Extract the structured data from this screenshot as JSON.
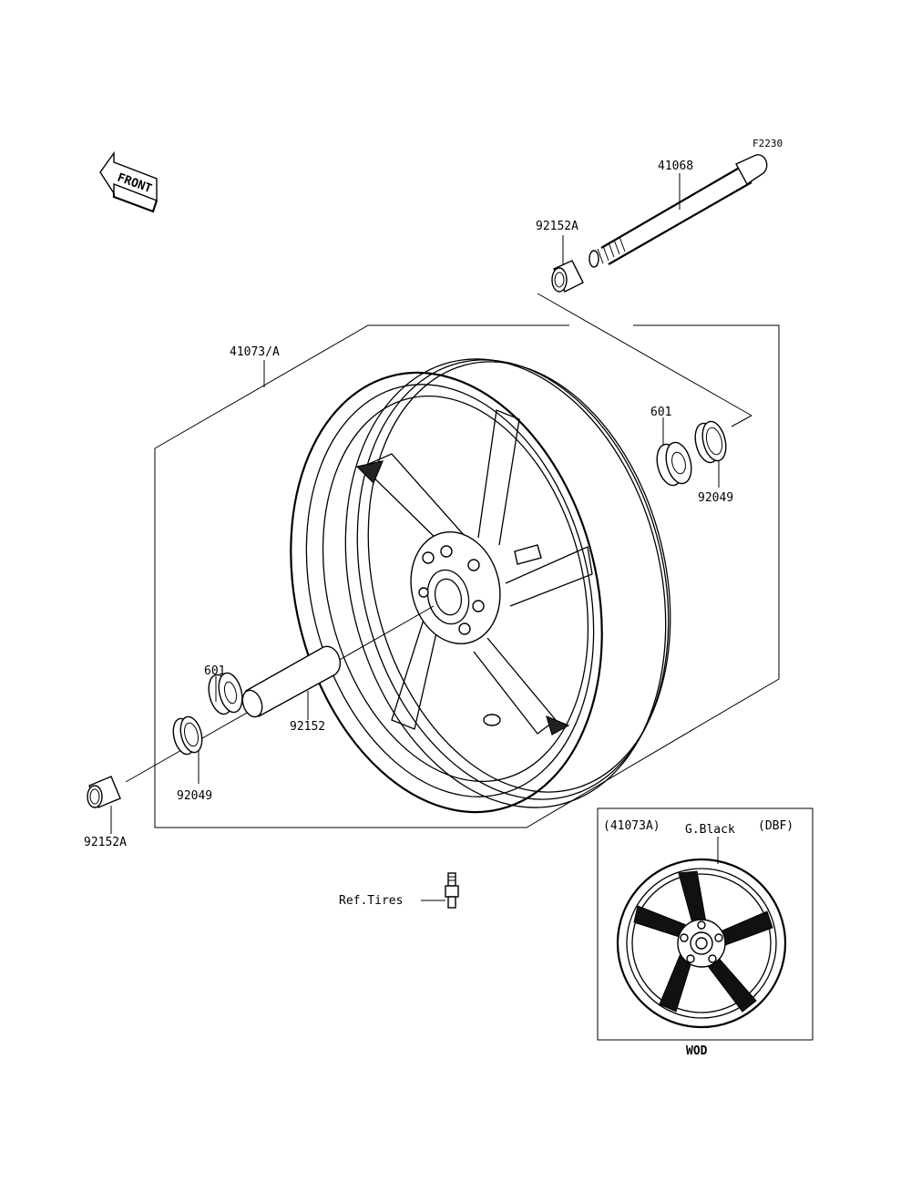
{
  "figure_code": "F2230",
  "front_arrow_label": "FRONT",
  "parts": {
    "axle": "41068",
    "collar_top": "92152A",
    "wheel_assy": "41073/A",
    "bearing_right": "601",
    "seal_right": "92049",
    "bearing_left": "601",
    "spacer": "92152",
    "seal_left": "92049",
    "collar_bottom": "92152A"
  },
  "ref_tires": "Ref.Tires",
  "inset": {
    "part_ref": "(41073A)",
    "color": "G.Black",
    "color_code": "(DBF)",
    "model_code": "WOD"
  }
}
